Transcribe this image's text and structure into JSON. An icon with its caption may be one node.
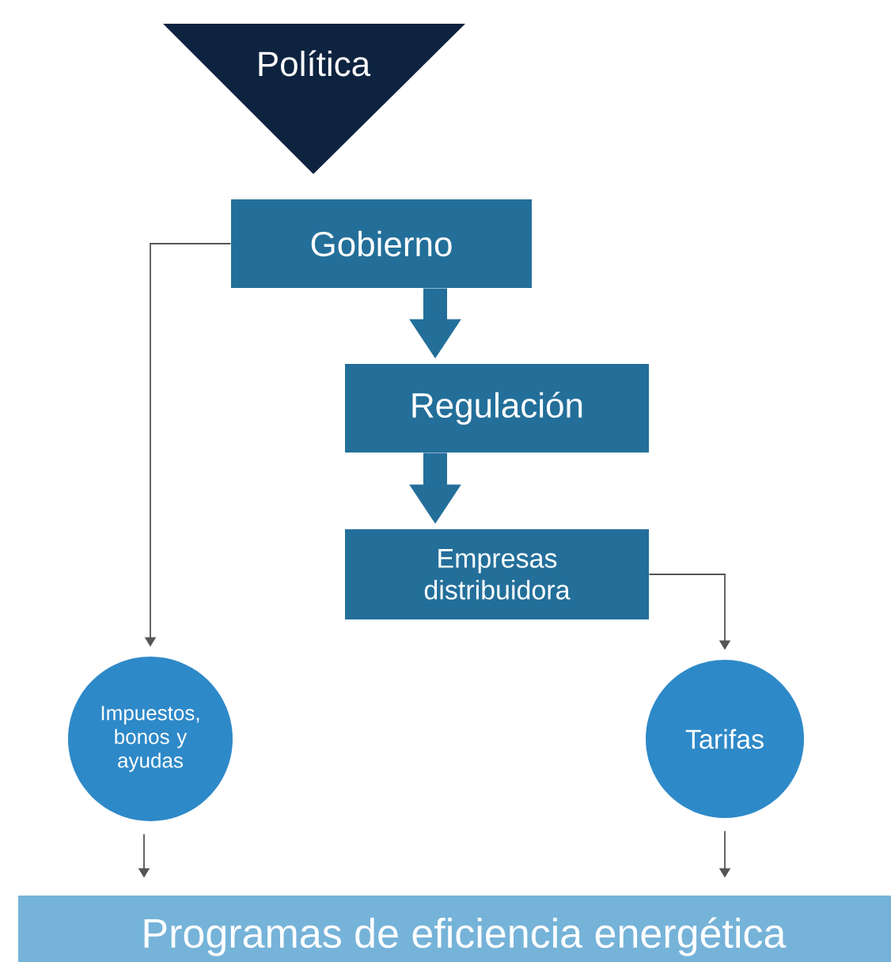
{
  "diagram": {
    "nodes": [
      {
        "text": [
          "Política"
        ]
      },
      {
        "text": [
          "Gobierno"
        ]
      },
      {
        "text": [
          "Regulación"
        ]
      },
      {
        "text": [
          "Empresas distribuidora"
        ]
      },
      {
        "text": [
          "Impuestos, bonos y ayudas"
        ]
      },
      {
        "text": [
          "Tarifas"
        ]
      },
      {
        "text": [
          "Programas de eficiencia energética"
        ]
      }
    ],
    "edges": [
      {
        "from": 1,
        "to": 2,
        "arrow": "to",
        "style": "thick",
        "color": "#236f9a"
      },
      {
        "from": 2,
        "to": 3,
        "arrow": "to",
        "style": "thick",
        "color": "#236f9a"
      },
      {
        "from": 1,
        "to": 4,
        "arrow": "to"
      },
      {
        "from": 3,
        "to": 5,
        "arrow": "to"
      },
      {
        "from": 4,
        "to": 6,
        "arrow": "to"
      },
      {
        "from": 5,
        "to": 6,
        "arrow": "to"
      }
    ]
  }
}
